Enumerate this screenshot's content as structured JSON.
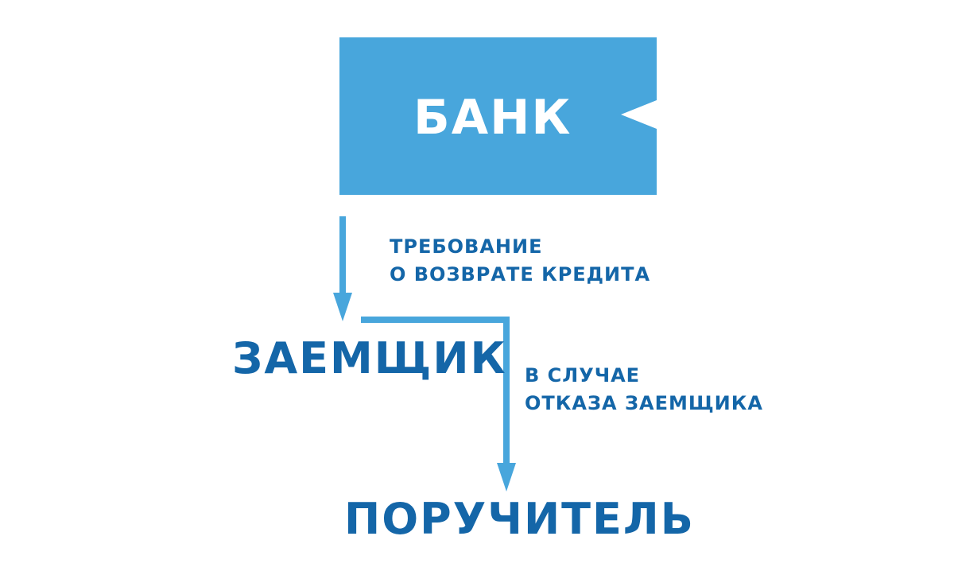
{
  "diagram": {
    "nodes": {
      "bank": "БАНК",
      "borrower": "ЗАЕМЩИК",
      "guarantor": "ПОРУЧИТЕЛЬ"
    },
    "edges": {
      "bank_to_borrower": {
        "line1": "ТРЕБОВАНИЕ",
        "line2": "О ВОЗВРАТЕ КРЕДИТА"
      },
      "borrower_to_guarantor": {
        "line1": "В СЛУЧАЕ",
        "line2": "ОТКАЗА ЗАЕМЩИКА"
      }
    },
    "colors": {
      "box_fill": "#48a6dc",
      "arrow": "#48a6dc",
      "text": "#1466a8",
      "box_text": "#ffffff"
    }
  }
}
